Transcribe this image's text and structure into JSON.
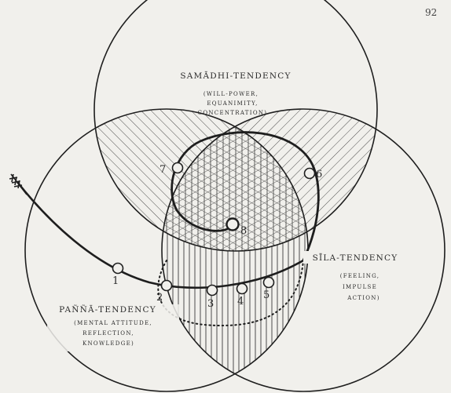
{
  "page_number": "92",
  "tendencies": {
    "samadhi": {
      "title": "SAMĀDHI-TENDENCY",
      "lines": [
        "(WILL-POWER,",
        "EQUANIMITY,",
        "CONCENTRATION)"
      ]
    },
    "sila": {
      "title": "SĪLA-TENDENCY",
      "lines": [
        "(FEELING,",
        "IMPULSE",
        "ACTION)"
      ]
    },
    "panna": {
      "title": "PAÑÑĀ-TENDENCY",
      "lines": [
        "(MENTAL ATTITUDE,",
        "REFLECTION,",
        "KNOWLEDGE)"
      ]
    }
  },
  "path_points": [
    "1",
    "2",
    "3",
    "4",
    "5",
    "6",
    "7",
    "8"
  ],
  "colors": {
    "ink": "#1e1e1e",
    "paper": "#f1f0ec",
    "hatch": "#3a3a3a"
  }
}
